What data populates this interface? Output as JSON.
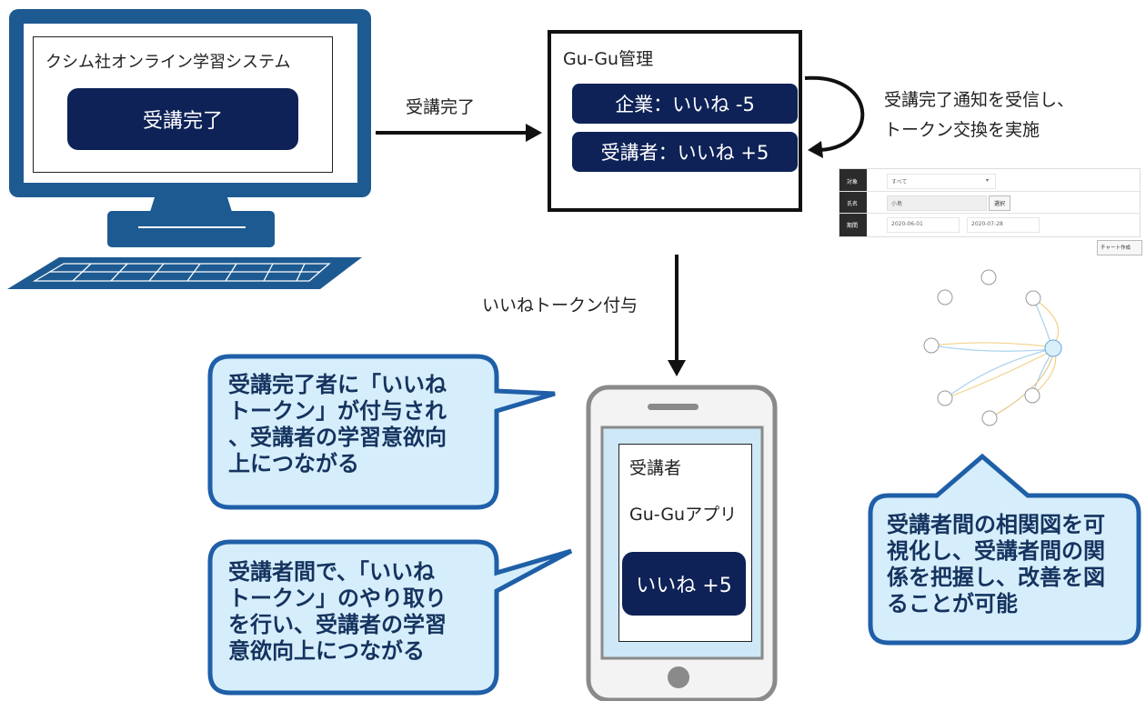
{
  "computer": {
    "screen_title": "クシム社オンライン学習システム",
    "button_label": "受講完了"
  },
  "arrow_labels": {
    "completion": "受講完了",
    "token_grant": "いいねトークン付与"
  },
  "gugu": {
    "title": "Gu-Gu管理",
    "company_row": "企業：いいね -5",
    "student_row": "受講者：いいね +5",
    "note_line1": "受講完了通知を受信し、",
    "note_line2": "トークン交換を実施"
  },
  "phone": {
    "role": "受講者",
    "app_name": "Gu-Guアプリ",
    "like_button": "いいね +5"
  },
  "callouts": {
    "top": [
      "受講完了者に「いいね",
      "トークン」が付与され",
      "、受講者の学習意欲向",
      "上につながる"
    ],
    "bottom": [
      "受講者間で、「いいね",
      "トークン」のやり取り",
      "を行い、受講者の学習",
      "意欲向上につながる"
    ],
    "right": [
      "受講者間の相関図を可",
      "視化し、受講者間の関",
      "係を把握し、改善を図",
      "ることが可能"
    ]
  },
  "panel": {
    "row1_label": "対象",
    "row1_value": "すべて",
    "row2_label": "氏名",
    "row2_value": "小島",
    "row2_button": "選択",
    "row3_label": "期間",
    "row3_from": "2020-06-01",
    "row3_to": "2020-07-28",
    "chart_button": "チャート作成"
  },
  "colors": {
    "navy": "#0e2257",
    "monitor_blue": "#1e5a92",
    "bubble_fill": "#d6eefb",
    "bubble_border": "#1f5fa8",
    "bubble_text": "#15335f"
  }
}
